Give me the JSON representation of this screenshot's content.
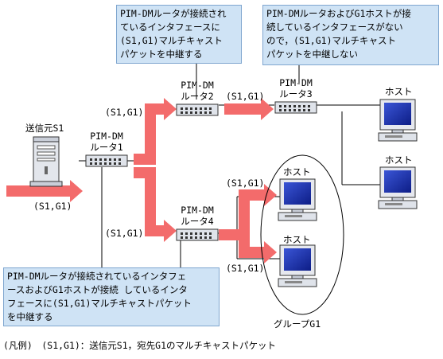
{
  "callouts": {
    "top_left": "PIM-DMルータが接続され\nているインタフェースに\n(S1,G1)マルチキャスト\nパケットを中継する",
    "top_right": "PIM-DMルータおよびG1ホストが接\n続しているインタフェースがない\nので，(S1,G1)マルチキャスト\nパケットを中継しない",
    "bottom_left": "PIM-DMルータが接続されているインタフェ\nースおよびG1ホストが接続 しているインタ\nフェースに(S1,G1)マルチキャストパケット\nを中継する"
  },
  "source": {
    "label": "送信元S1"
  },
  "routers": {
    "r1": "PIM-DM\nルータ1",
    "r2": "PIM-DM\nルータ2",
    "r3": "PIM-DM\nルータ3",
    "r4": "PIM-DM\nルータ4"
  },
  "packet_labels": {
    "in": "(S1,G1)",
    "to_r2": "(S1,G1)",
    "to_r3": "(S1,G1)",
    "to_r4": "(S1,G1)",
    "to_host_a": "(S1,G1)",
    "to_host_b": "(S1,G1)"
  },
  "hosts": {
    "r3_host1": "ホスト",
    "r3_host2": "ホスト",
    "g1_host1": "ホスト",
    "g1_host2": "ホスト"
  },
  "group": {
    "label": "グループG1"
  },
  "legend": {
    "text": "(凡例)　(S1,G1)：送信元S1，宛先G1のマルチキャストパケット"
  },
  "colors": {
    "arrow": "#f36b6b",
    "callout_bg": "#cfe3f5",
    "screen": "#1a2fa8",
    "device": "#dfe3ea"
  }
}
